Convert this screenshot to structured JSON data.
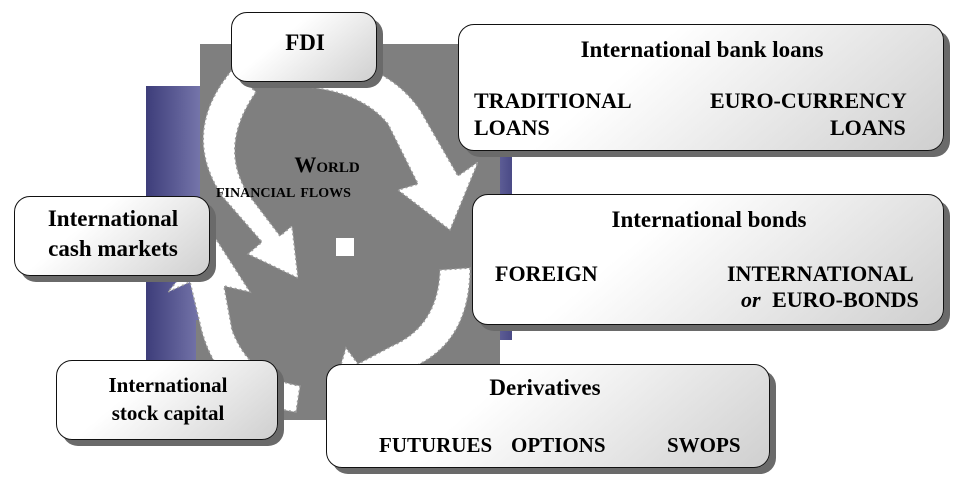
{
  "center": {
    "title_line1": "World",
    "title_line2": "financial flows"
  },
  "fdi": {
    "label": "FDI"
  },
  "bank_loans": {
    "title": "International bank loans",
    "left_line1": "TRADITIONAL",
    "left_line2": "LOANS",
    "right_line1": "EURO-CURRENCY",
    "right_line2": "LOANS"
  },
  "cash_markets": {
    "line1": "International",
    "line2": "cash markets"
  },
  "bonds": {
    "title": "International bonds",
    "left": "FOREIGN",
    "right_line1": "INTERNATIONAL",
    "right_or": "or",
    "right_line2": "EURO-BONDS"
  },
  "stock_capital": {
    "line1": "International",
    "line2": "stock capital"
  },
  "derivatives": {
    "title": "Derivatives",
    "item1": "FUTURUES",
    "item2": "OPTIONS",
    "item3": "SWOPS"
  },
  "colors": {
    "gray_panel": "#7f7f7f",
    "blue_panel": "#5a5a94",
    "box_shadow": "#6a6a6a"
  }
}
